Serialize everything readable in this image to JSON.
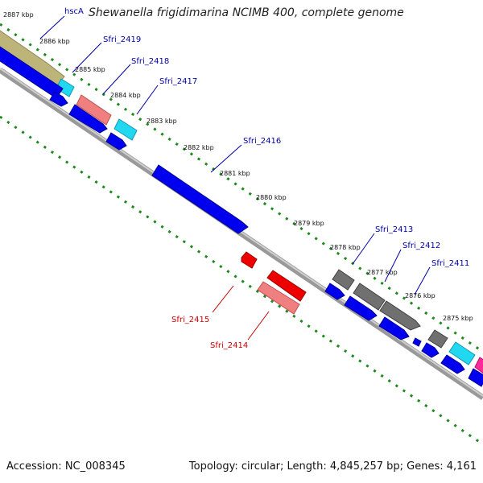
{
  "title": "Shewanella frigidimarina NCIMB 400, complete genome",
  "footer": {
    "accession": "Accession: NC_008345",
    "topology": "Topology: circular; Length: 4,845,257 bp; Genes: 4,161"
  },
  "colors": {
    "backbone": "#8a8a8a",
    "tick_dots": "#1a8a1a",
    "label_forward": "#0000aa",
    "label_reverse": "#cc0000",
    "gene_blue": "#0000ee",
    "gene_gray": "#707070",
    "gene_red": "#ee0000",
    "gene_pink": "#f08080",
    "gene_cyan": "#22d8f0",
    "gene_olive": "#bdb47a",
    "gene_magenta": "#ff2a9a"
  },
  "scale": {
    "unit": "kbp",
    "ticks": [
      "2887 kbp",
      "2886 kbp",
      "2885 kbp",
      "2884 kbp",
      "2883 kbp",
      "2882 kbp",
      "2881 kbp",
      "2880 kbp",
      "2879 kbp",
      "2878 kbp",
      "2877 kbp",
      "2876 kbp",
      "2875 kbp"
    ]
  },
  "gene_labels": [
    {
      "text": "hscA",
      "strand": "forward"
    },
    {
      "text": "Sfri_2419",
      "strand": "forward"
    },
    {
      "text": "Sfri_2418",
      "strand": "forward"
    },
    {
      "text": "Sfri_2417",
      "strand": "forward"
    },
    {
      "text": "Sfri_2416",
      "strand": "forward"
    },
    {
      "text": "Sfri_2413",
      "strand": "forward"
    },
    {
      "text": "Sfri_2412",
      "strand": "forward"
    },
    {
      "text": "Sfri_2411",
      "strand": "forward"
    },
    {
      "text": "Sfri_2415",
      "strand": "reverse"
    },
    {
      "text": "Sfri_2414",
      "strand": "reverse"
    }
  ]
}
